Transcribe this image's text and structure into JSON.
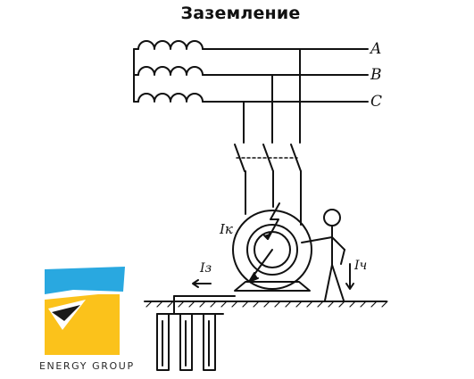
{
  "title": "Заземление",
  "phases": [
    "A",
    "B",
    "C"
  ],
  "labels": {
    "fault_current": "Iк",
    "ground_current": "Iз",
    "body_current": "Iч"
  },
  "brand": {
    "name": "ENERGY GROUP",
    "colors": {
      "blue": "#29a8e0",
      "yellow": "#fbc21b",
      "black": "#1a1a1a"
    }
  }
}
